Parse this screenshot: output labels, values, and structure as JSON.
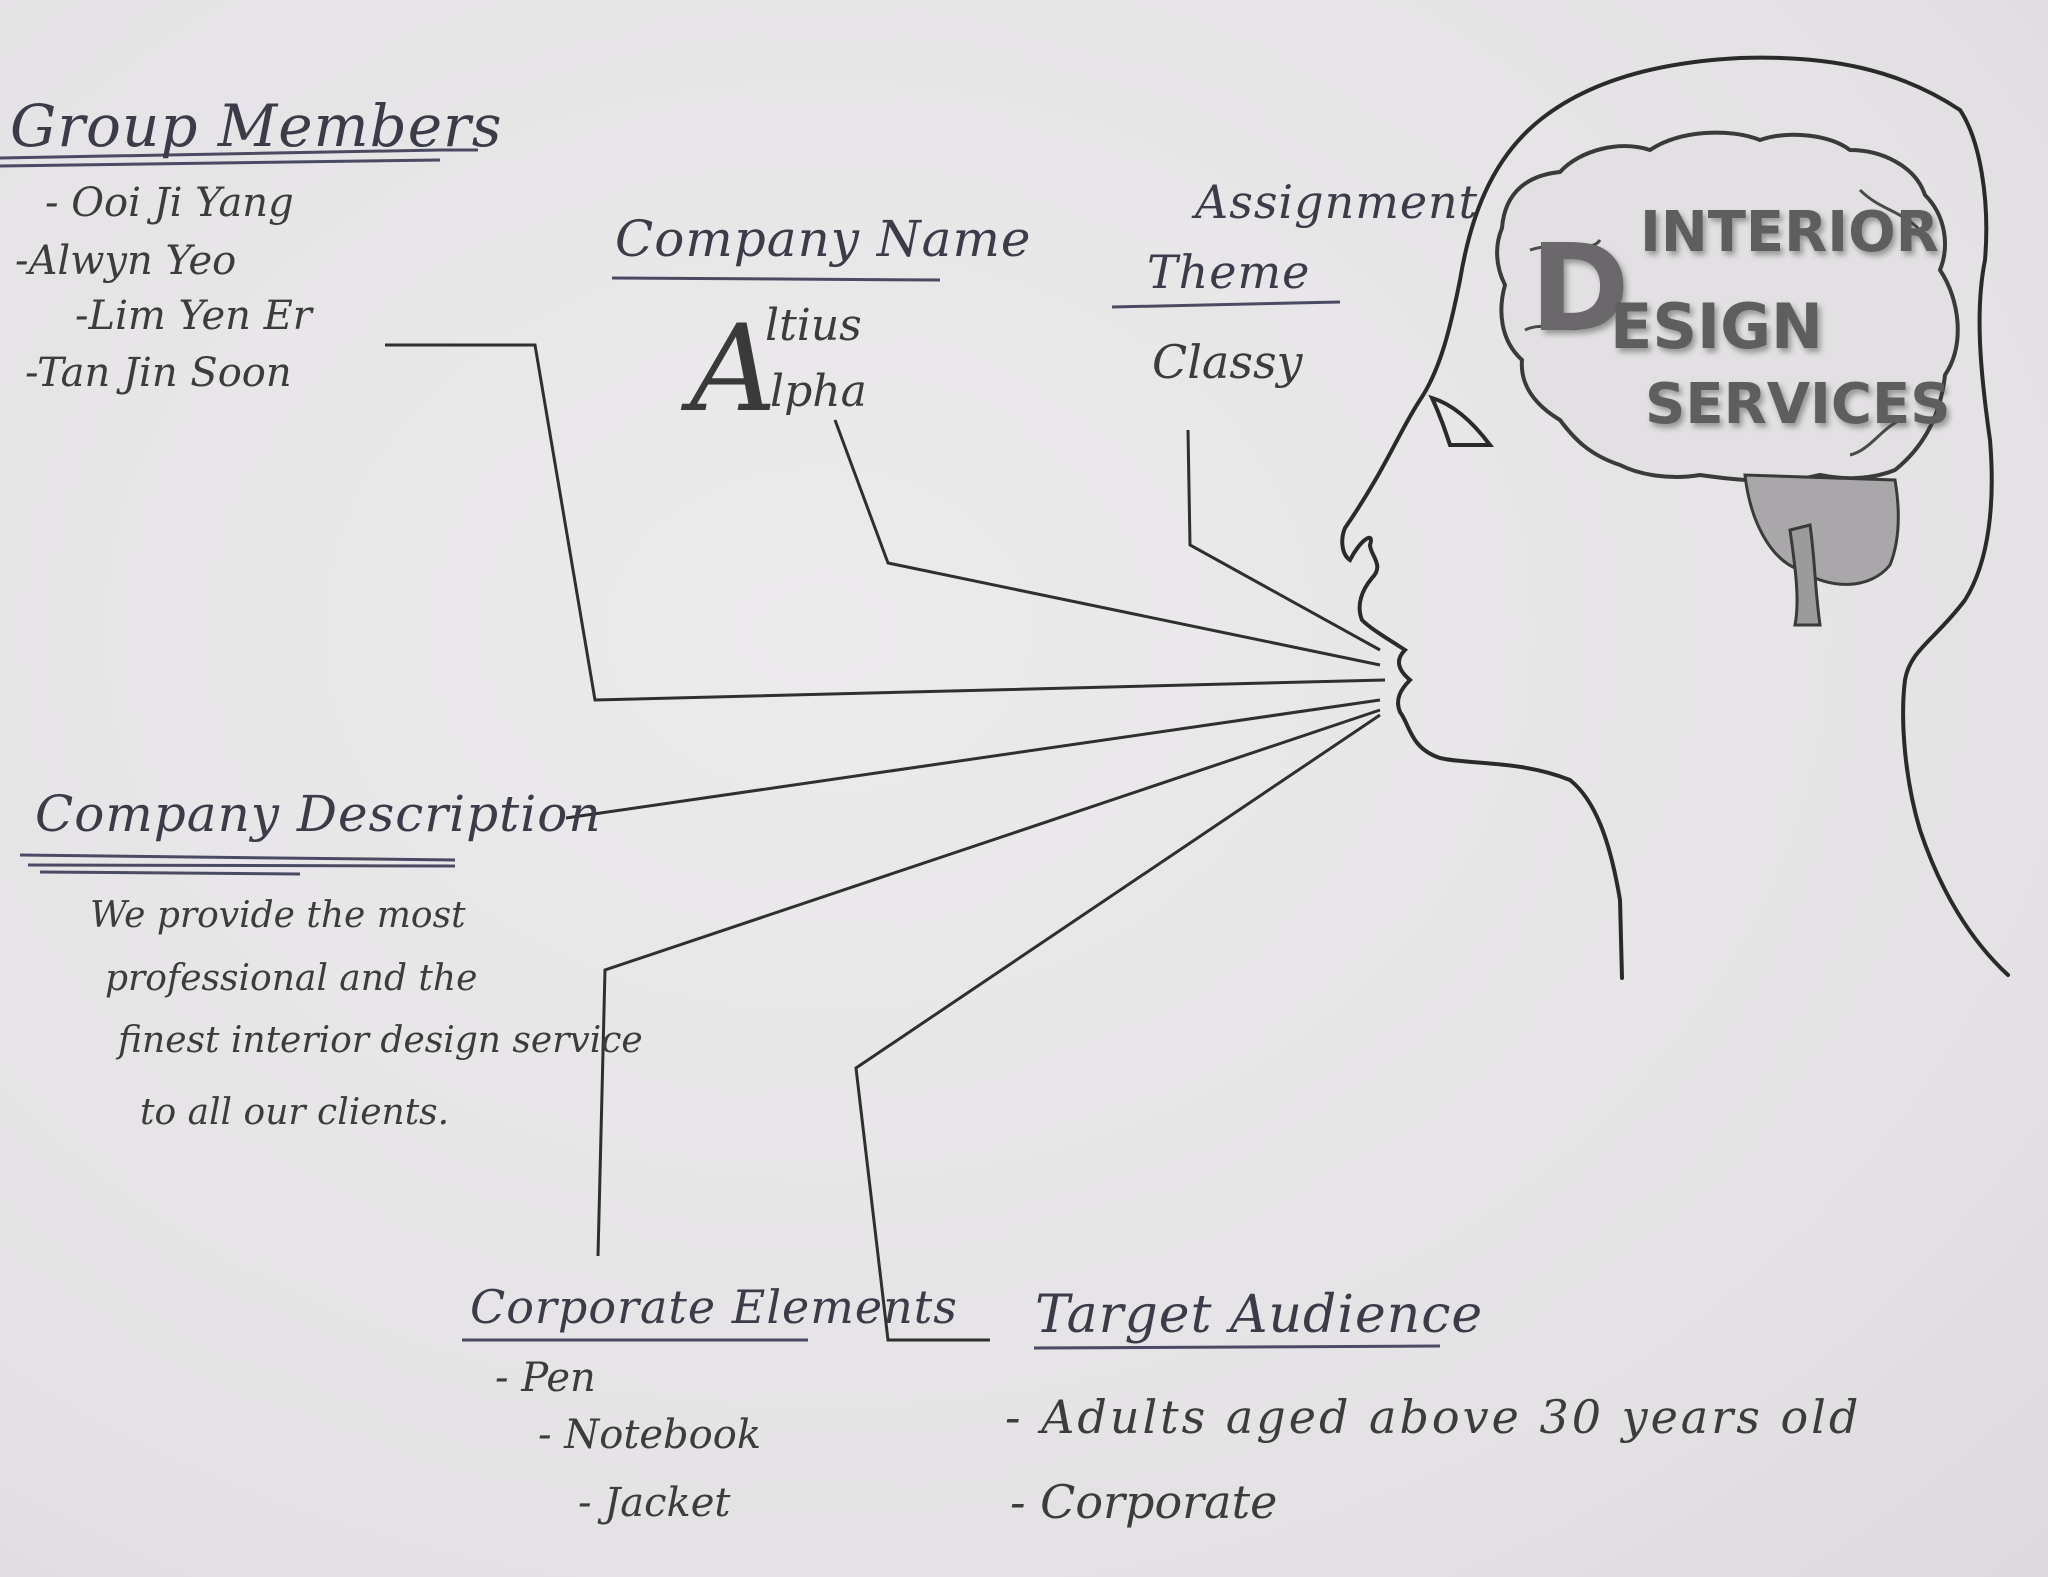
{
  "group_members": {
    "heading": "Group Members",
    "members": [
      "- Ooi Ji Yang",
      "-Alwyn Yeo",
      "-Lim Yen Er",
      "-Tan Jin Soon"
    ]
  },
  "company_name": {
    "heading": "Company Name",
    "initial": "A",
    "line1": "ltius",
    "line2": "lpha"
  },
  "assignment_theme": {
    "heading_line1": "Assignment",
    "heading_line2": "Theme",
    "value": "Classy"
  },
  "brain": {
    "word1": "INTERIOR",
    "initial": "D",
    "word2": "ESIGN",
    "word3": "SERVICES"
  },
  "company_description": {
    "heading": "Company Description",
    "lines": [
      "We provide the most",
      "professional and the",
      "finest interior design service",
      "to all our clients."
    ]
  },
  "corporate_elements": {
    "heading": "Corporate Elements",
    "items": [
      "- Pen",
      "- Notebook",
      "- Jacket"
    ]
  },
  "target_audience": {
    "heading": "Target Audience",
    "items": [
      "- Adults aged above 30 years old",
      "- Corporate"
    ]
  }
}
